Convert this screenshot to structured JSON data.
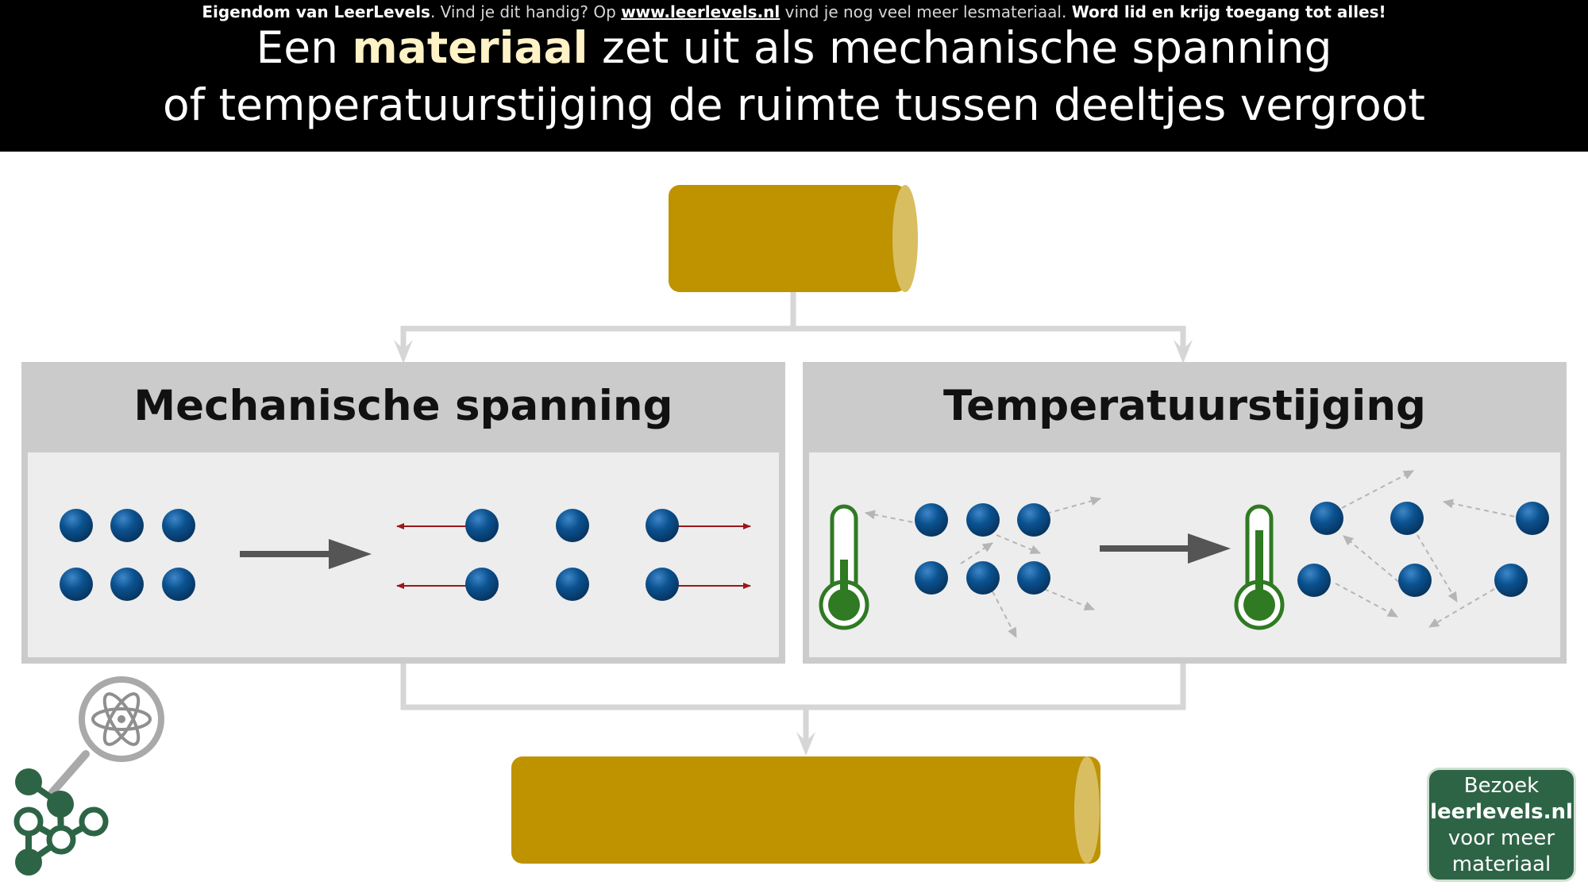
{
  "header": {
    "notice_owner": "Eigendom van LeerLevels",
    "notice_mid": ". Vind je dit handig? Op ",
    "notice_link": "www.leerlevels.nl",
    "notice_rest": " vind je nog veel meer lesmateriaal. ",
    "notice_cta": "Word lid en krijg toegang tot alles!",
    "title_line1_pre": "Een ",
    "title_highlight": "materiaal",
    "title_line1_post": " zet uit als mechanische spanning",
    "title_line2": "of temperatuurstijging de ruimte tussen deeltjes vergroot"
  },
  "panels": {
    "left_title": "Mechanische spanning",
    "right_title": "Temperatuurstijging"
  },
  "visit_box": {
    "line1": "Bezoek",
    "line2": "leerlevels.nl",
    "line3": "voor meer",
    "line4": "materiaal"
  },
  "colors": {
    "header_bg": "#000000",
    "highlight": "#fff2c6",
    "material_gold": "#bf9200",
    "material_end": "#d8be60",
    "particle_blue": "#0b5290",
    "force_arrow": "#9b1818",
    "thermometer_green": "#2f7a22",
    "panel_grey": "#cbcbcb",
    "panel_inner": "#ededed",
    "connector_grey": "#d6d6d6",
    "logo_green": "#2e6446"
  },
  "icons": {
    "material": "cylinder-rod",
    "thermometer": "thermometer-icon",
    "science": "atom-magnifier-logo"
  }
}
